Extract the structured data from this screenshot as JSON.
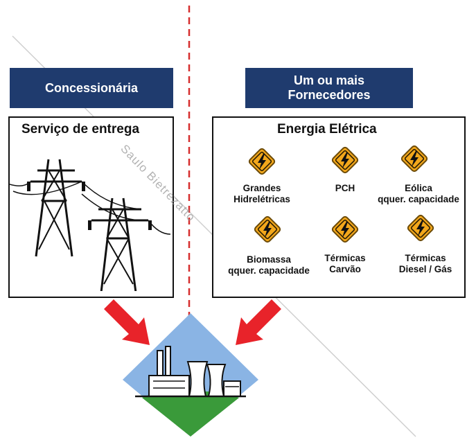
{
  "left_header": "Concessionária",
  "right_header_line1": "Um ou mais",
  "right_header_line2": "Fornecedores",
  "left_box_title": "Serviço de entrega",
  "right_box_title": "Energia Elétrica",
  "watermark": "Saulo Bietrezatto",
  "sources": [
    {
      "line1": "Grandes",
      "line2": "Hidrelétricas",
      "icon": "lightning-warning-icon"
    },
    {
      "line1": "PCH",
      "line2": "",
      "icon": "lightning-warning-icon"
    },
    {
      "line1": "Eólica",
      "line2": "qquer. capacidade",
      "icon": "lightning-warning-icon"
    },
    {
      "line1": "Biomassa",
      "line2": "qquer. capacidade",
      "icon": "lightning-warning-icon"
    },
    {
      "line1": "Térmicas",
      "line2": "Carvão",
      "icon": "lightning-warning-icon"
    },
    {
      "line1": "Térmicas",
      "line2": "Diesel / Gás",
      "icon": "lightning-warning-icon"
    }
  ],
  "colors": {
    "header": "#1f3b6e",
    "arrow": "#e8232a",
    "divider": "#d62e2e",
    "sign": "#f2a71b"
  }
}
